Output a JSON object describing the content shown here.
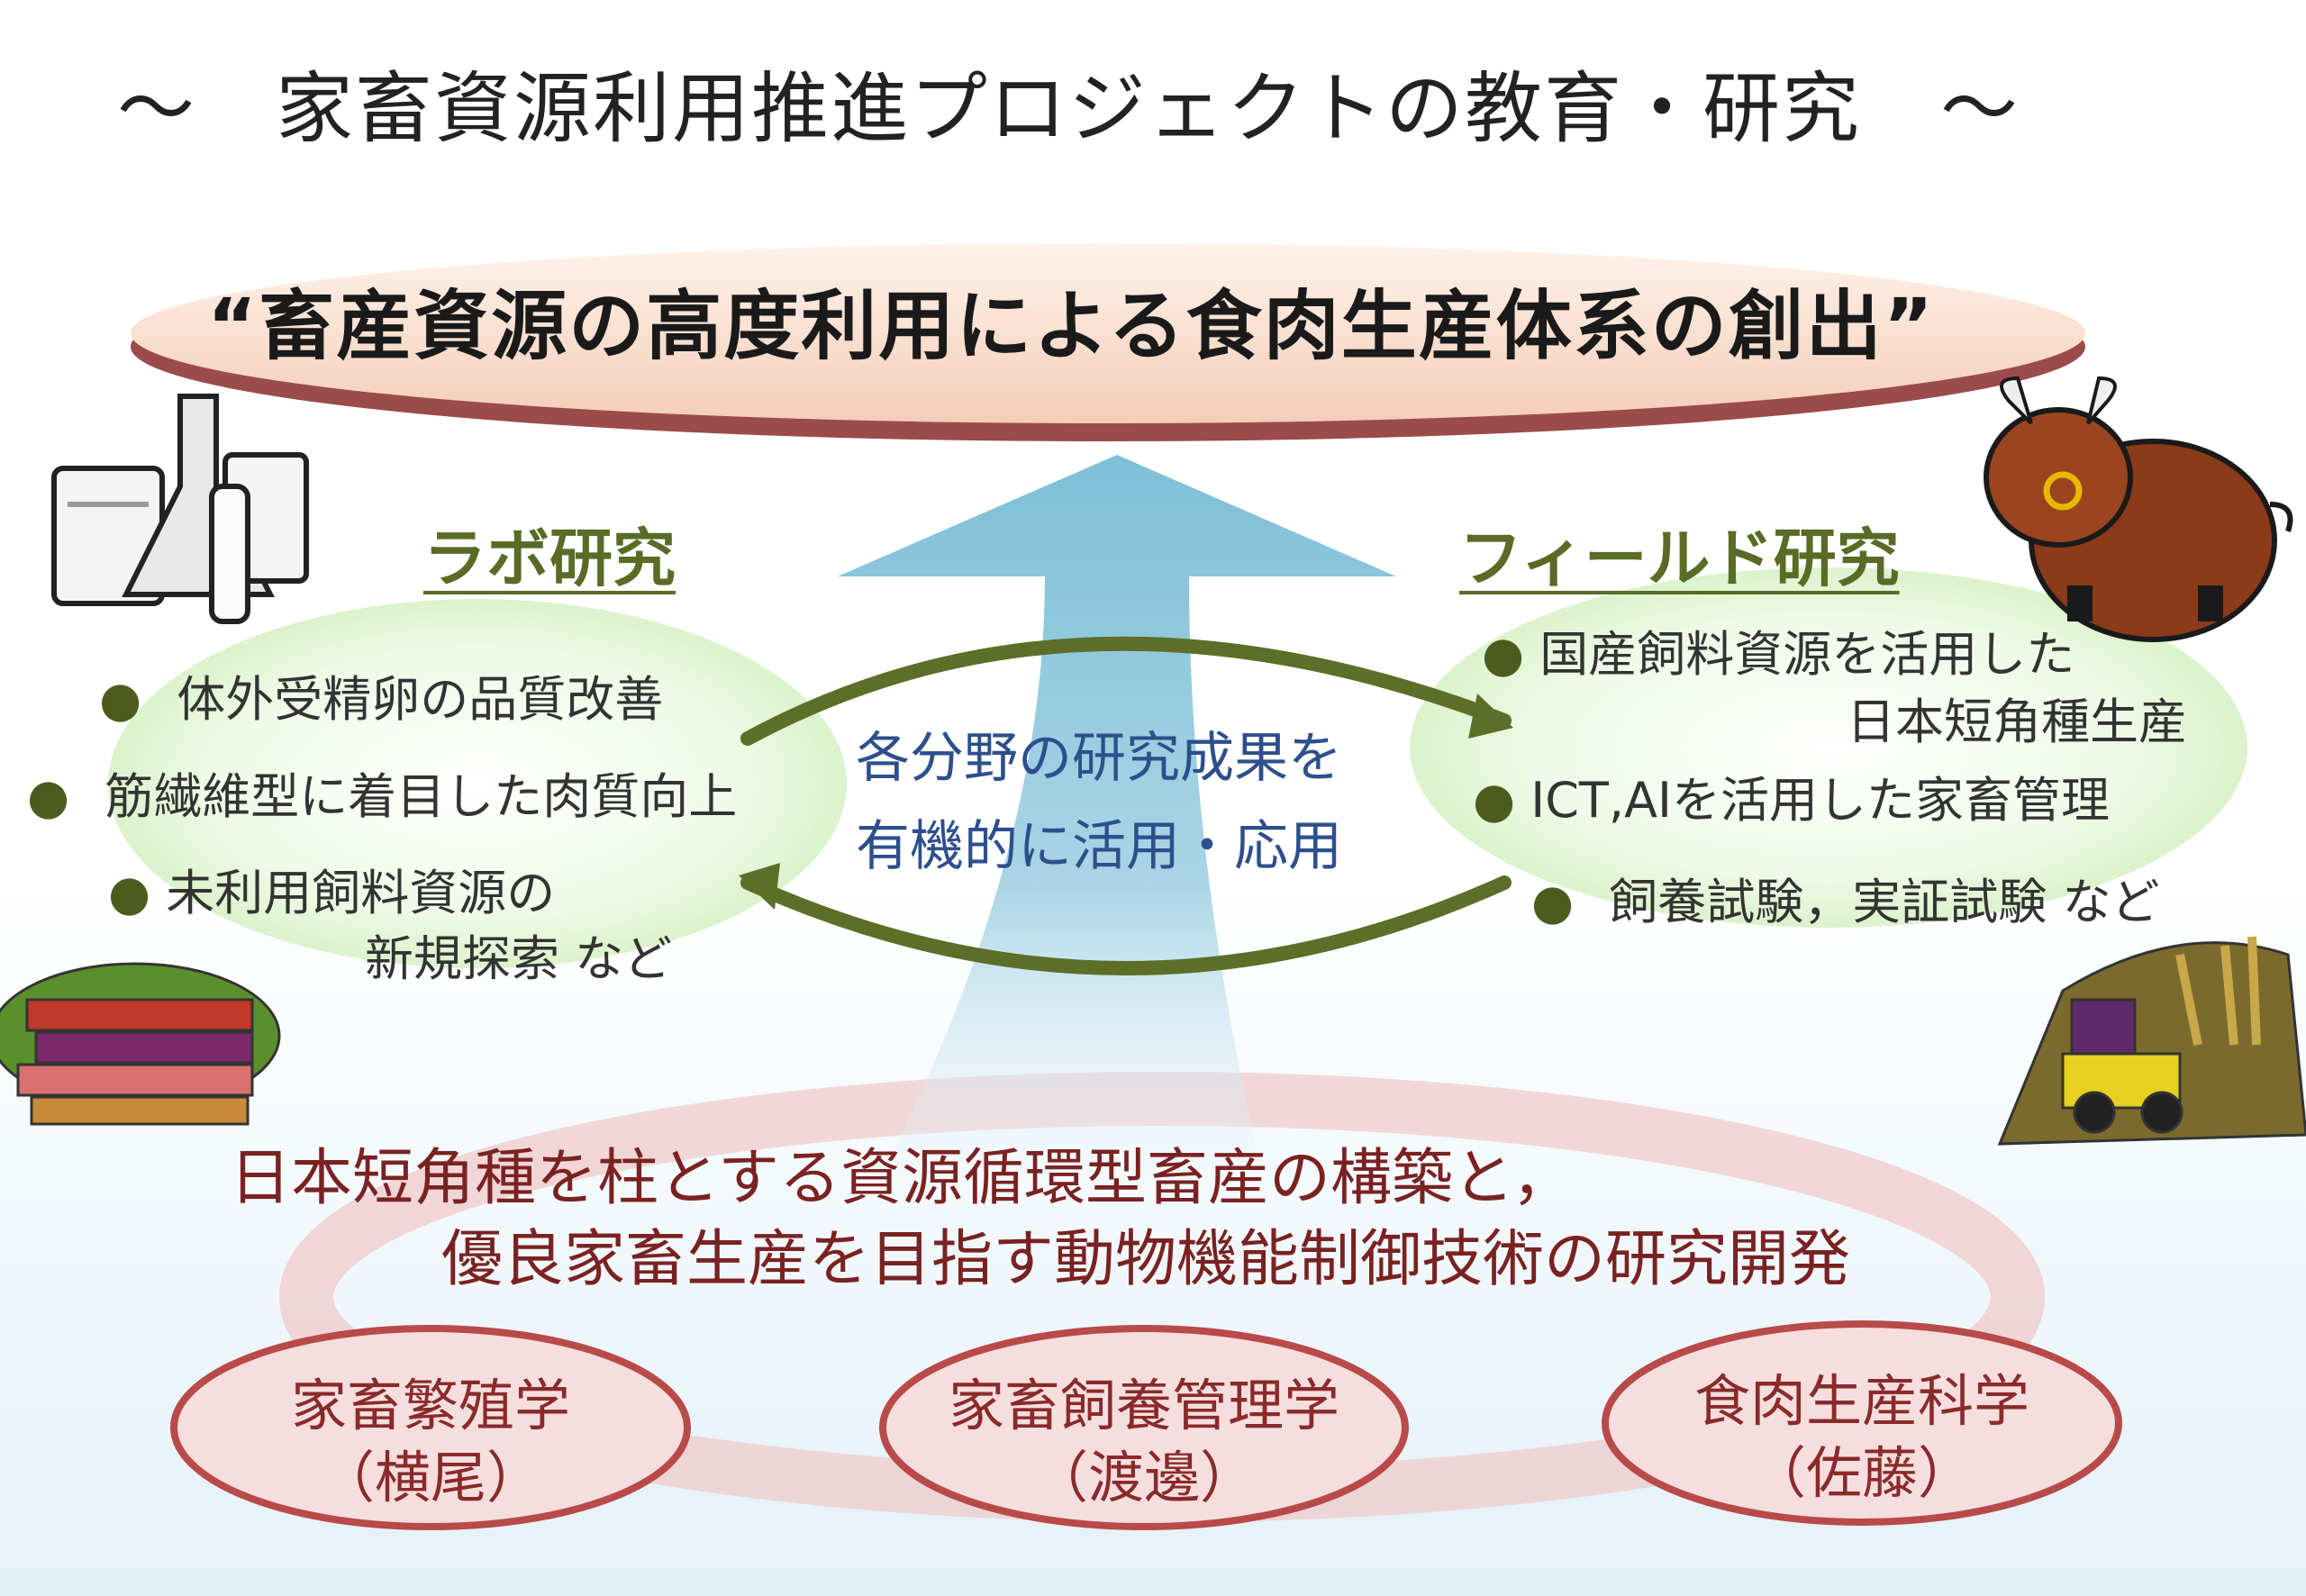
{
  "title": "～　家畜資源利用推進プロジェクトの教育・研究　～",
  "banner": "“畜産資源の高度利用による食肉生産体系の創出”",
  "lab": {
    "label": "ラボ研究",
    "items": [
      "体外受精卵の品質改善",
      "筋繊維型に着目した肉質向上",
      "未利用飼料資源の",
      "新規探索 など"
    ]
  },
  "field": {
    "label": "フィールド研究",
    "items": [
      "国産飼料資源を活用した",
      "日本短角種生産",
      "ICT,AIを活用した家畜管理",
      "飼養試験，実証試験 など"
    ]
  },
  "center": {
    "line1": "各分野の研究成果を",
    "line2": "有機的に活用・応用"
  },
  "bottom": {
    "line1": "日本短角種を柱とする資源循環型畜産の構築と，",
    "line2": "優良家畜生産を目指す動物機能制御技術の研究開発"
  },
  "fields": [
    {
      "name": "家畜繁殖学",
      "person": "（横尾）"
    },
    {
      "name": "家畜飼養管理学",
      "person": "（渡邊）"
    },
    {
      "name": "食肉生産科学",
      "person": "（佐藤）"
    }
  ],
  "bullet": "●",
  "colors": {
    "banner_fill": "#fbe6d6",
    "banner_shadow": "#a85a5a",
    "arrow": "#8cc6da",
    "bubble": "#dff5cf",
    "section_label": "#5a6b26",
    "center_text": "#2d4f8c",
    "bottom_text": "#7a2222",
    "field_oval": "#b85050"
  },
  "icons": [
    "lab-glassware-icon",
    "cow-icon",
    "books-icon",
    "farm-tractor-icon",
    "cycle-arrows-icon"
  ]
}
